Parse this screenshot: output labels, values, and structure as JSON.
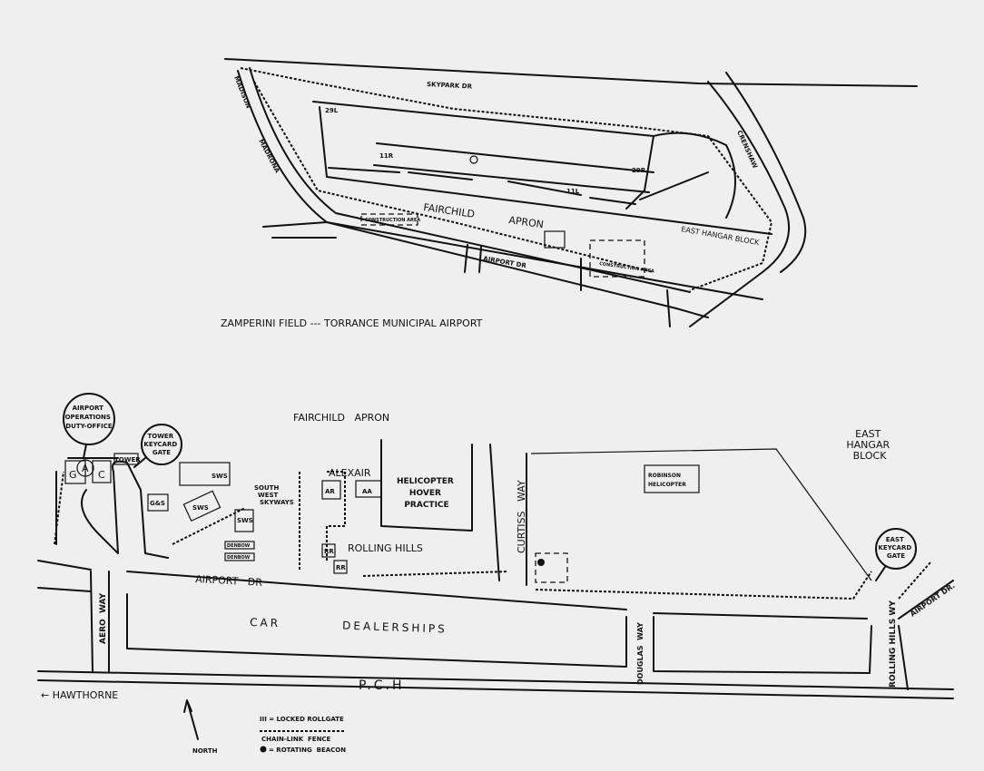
{
  "title": "ZAMPERINI FIELD --- TORRANCE MUNICIPAL AIRPORT",
  "overview": {
    "roads": {
      "north": "SKYPARK DR",
      "west_outer": "MADISON",
      "west_inner": "MADRONA",
      "east": "CRENSHAW",
      "south": "AIRPORT DR"
    },
    "runways": [
      "29L",
      "11R",
      "29R",
      "11L"
    ],
    "areas": {
      "apron_1": "FAIRCHILD",
      "apron_2": "APRON",
      "construction_west": "CONSTRUCTION AREA",
      "construction_east": "CONSTRUCTION AREA",
      "hangar": "EAST HANGAR BLOCK"
    }
  },
  "detail": {
    "apron": "FAIRCHILD   APRON",
    "east_hangar": [
      "EAST",
      "HANGAR",
      "BLOCK"
    ],
    "callouts": {
      "operations": [
        "AIRPORT",
        "OPERATIONS",
        "DUTY-OFFICE"
      ],
      "tower_gate": [
        "TOWER",
        "KEYCARD",
        "GATE"
      ],
      "east_gate": [
        "EAST",
        "KEYCARD",
        "GATE"
      ]
    },
    "buildings": {
      "g": "G",
      "a": "A",
      "c": "C",
      "tower": "TOWER",
      "gs": "G&S",
      "sws_1": "SWS",
      "sws_2": "SWS",
      "sws_3": "SWS",
      "southwest": [
        "SOUTH",
        "WEST",
        "SKYWAYS"
      ],
      "alexair": "ALEXAIR",
      "ar": "AR",
      "aa": "AA",
      "hover": [
        "HELICOPTER",
        "HOVER",
        "PRACTICE"
      ],
      "rolling_hills": "ROLLING HILLS",
      "rr_1": "RR",
      "rr_2": "RR",
      "robinson": [
        "ROBINSON",
        "HELICOPTER"
      ],
      "denbow_1": "DENBOW",
      "denbow_2": "DENBOW",
      "dealers": "CAR          DEALERSHIPS"
    },
    "streets": {
      "airport_dr": "AIRPORT   DR",
      "aero_way": "AERO  WAY",
      "curtiss_way": "CURTISS   WAY",
      "douglas_way": "DOUGLAS  WAY",
      "pch": "P.C.H",
      "hawthorne": "HAWTHORNE",
      "rolling_hills_wy": "ROLLING HILLS WY",
      "airport_dr_east": "AIRPORT DR."
    },
    "north": "NORTH",
    "legend": {
      "gate": "= LOCKED ROLLGATE",
      "fence": "CHAIN-LINK  FENCE",
      "beacon": "= ROTATING  BEACON"
    }
  }
}
